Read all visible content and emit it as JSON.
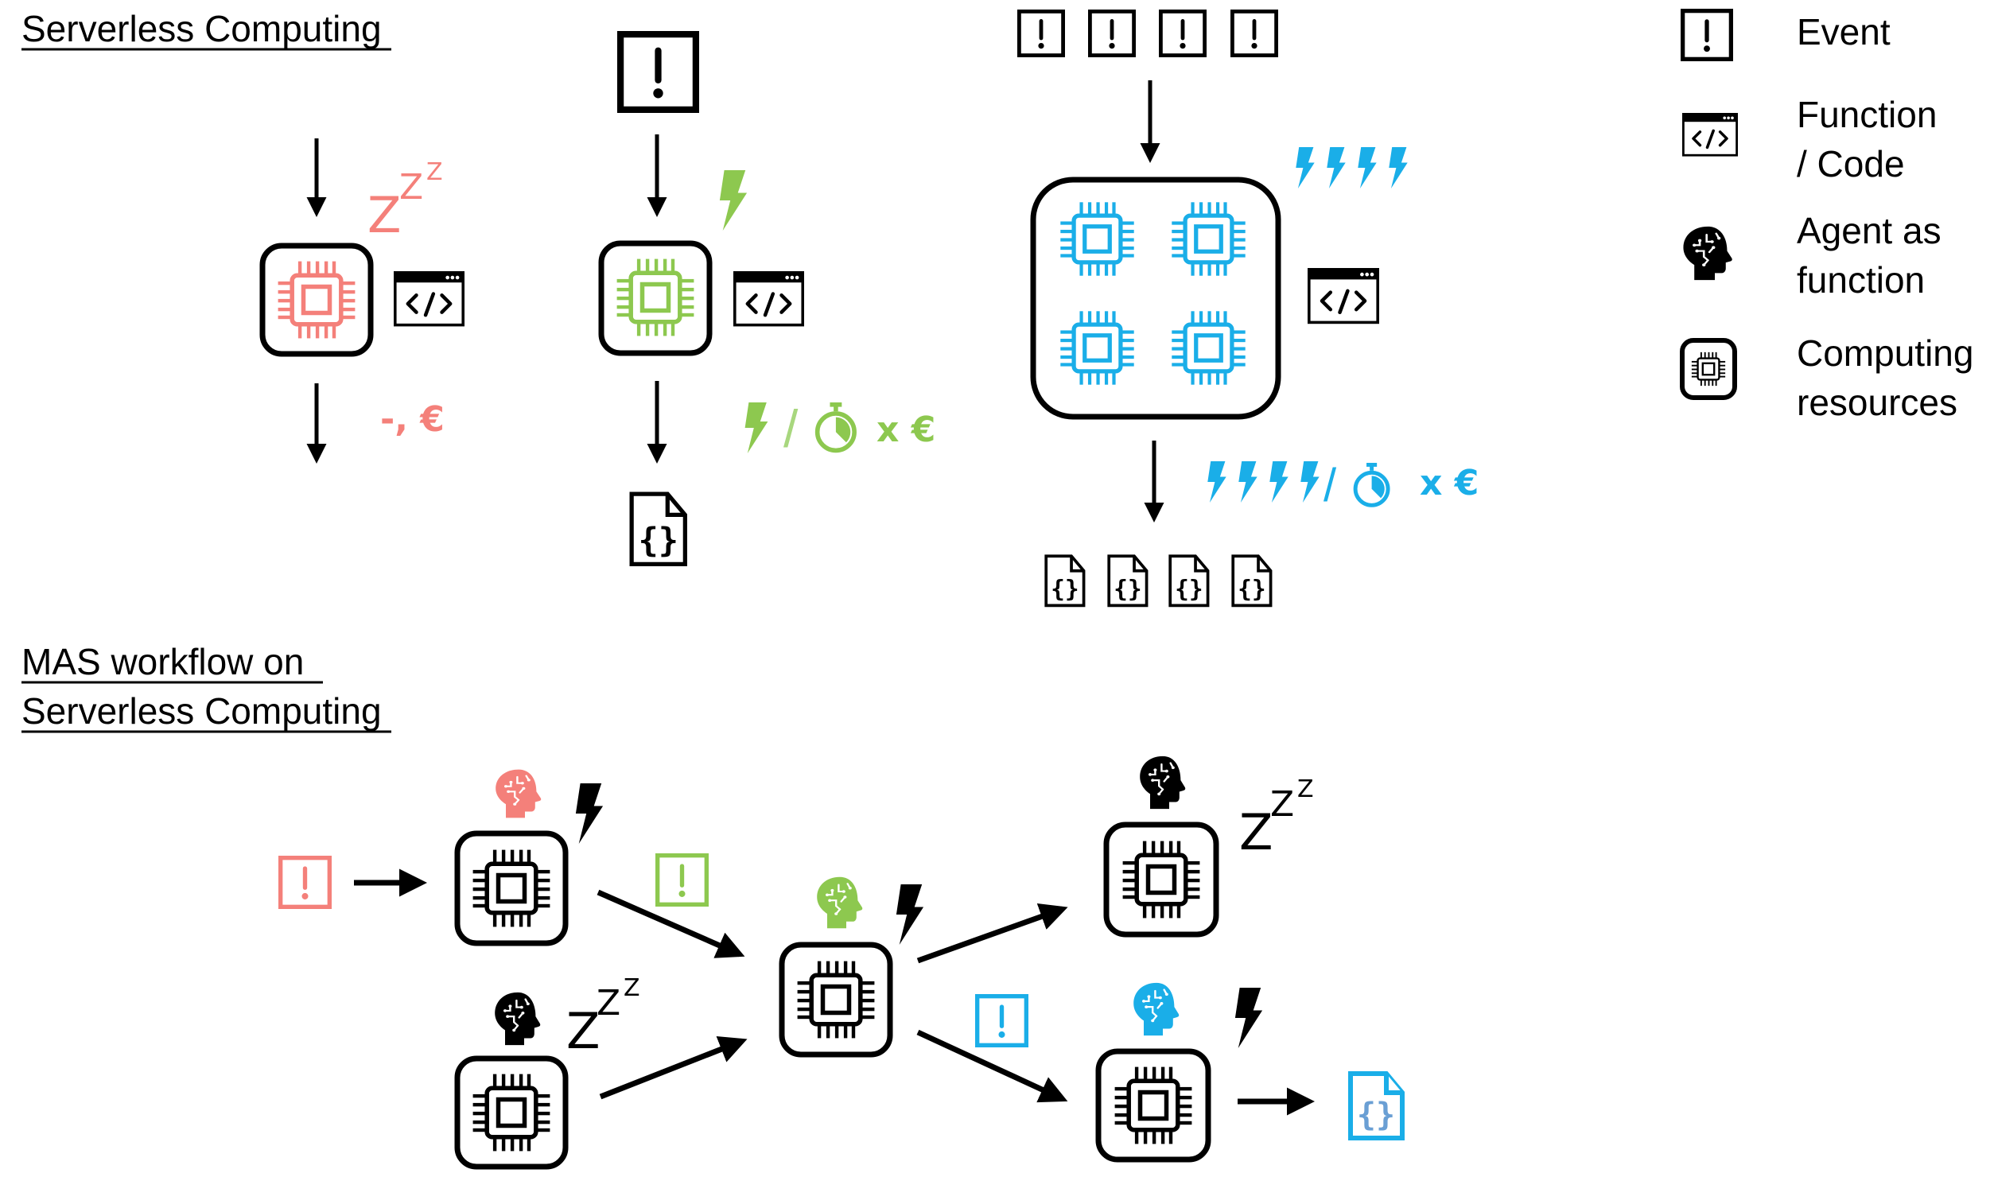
{
  "colors": {
    "red": "#F4807A",
    "green": "#8DC84F",
    "blue": "#1AAEE8",
    "doc_brace_blue": "#6A9FD4",
    "black": "#000000"
  },
  "top_section": {
    "title": "Serverless Computing",
    "idle_column": {
      "state_icon": "zzz-sleep",
      "zzz": [
        "Z",
        "Z",
        "Z"
      ],
      "cost_label": "-, €"
    },
    "single_event_column": {
      "input_icon": "event-icon",
      "state_icon": "lightning-bolt",
      "cost_formula": {
        "prefix_icon": "lightning-bolt",
        "separator": "/",
        "timer_icon": "stopwatch",
        "suffix": "x €"
      },
      "output_icon": "json-document"
    },
    "parallel_column": {
      "event_count": 4,
      "bolt_count": 4,
      "chip_count": 4,
      "cost_formula": {
        "bolt_count": 4,
        "separator": "/",
        "timer_icon": "stopwatch",
        "suffix": "x €"
      },
      "output_count": 4
    }
  },
  "legend": {
    "items": [
      {
        "icon": "event-icon",
        "line1": "Event",
        "line2": ""
      },
      {
        "icon": "function-code-icon",
        "line1": "Function",
        "line2": "/ Code"
      },
      {
        "icon": "agent-head-icon",
        "line1": "Agent as",
        "line2": "function"
      },
      {
        "icon": "computing-chip-icon",
        "line1": "Computing",
        "line2": "resources"
      }
    ]
  },
  "bottom_section": {
    "title_line1": "MAS workflow on",
    "title_line2": "Serverless Computing",
    "nodes": [
      {
        "id": "agent-red",
        "agent_color": "red",
        "state": "active"
      },
      {
        "id": "agent-black-left",
        "agent_color": "black",
        "state": "idle"
      },
      {
        "id": "agent-green",
        "agent_color": "green",
        "state": "active"
      },
      {
        "id": "agent-black-right",
        "agent_color": "black",
        "state": "idle"
      },
      {
        "id": "agent-blue",
        "agent_color": "blue",
        "state": "active"
      }
    ],
    "events": [
      {
        "color": "red",
        "to": "agent-red"
      },
      {
        "color": "green",
        "from": "agent-red",
        "to": "agent-green"
      },
      {
        "color": "blue",
        "from": "agent-green",
        "to": "agent-blue"
      }
    ],
    "zzz": [
      "Z",
      "Z",
      "Z"
    ],
    "output": "json-document"
  }
}
